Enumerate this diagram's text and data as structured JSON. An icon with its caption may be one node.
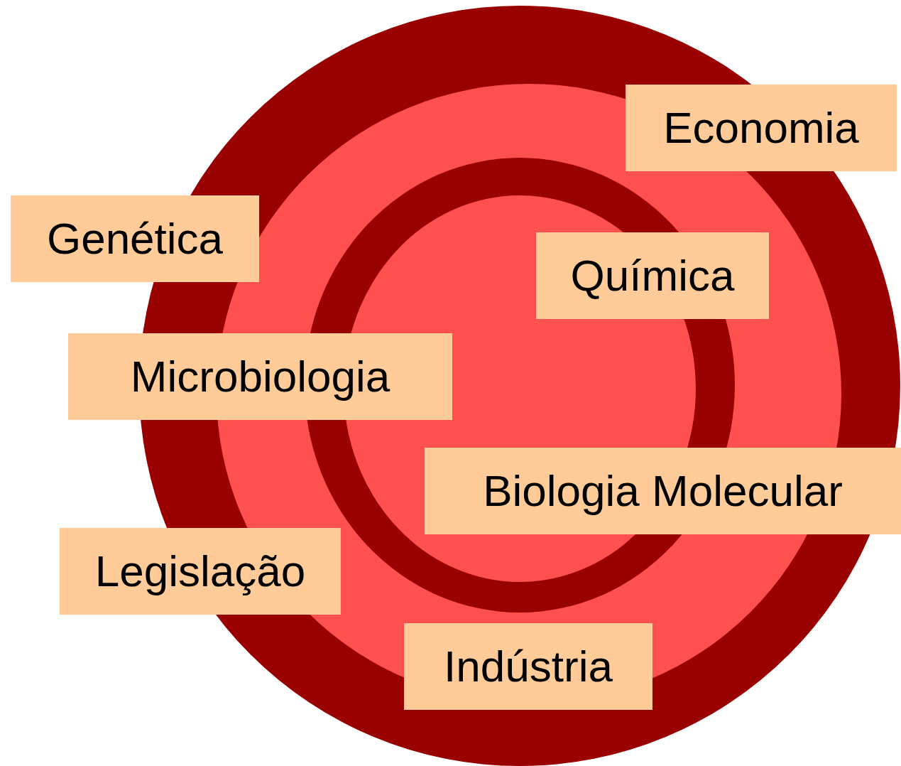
{
  "diagram": {
    "nodes": [
      {
        "text": [
          "Economia"
        ]
      },
      {
        "text": [
          "Genética"
        ]
      },
      {
        "text": [
          "Química"
        ]
      },
      {
        "text": [
          "Microbiologia"
        ]
      },
      {
        "text": [
          "Biologia Molecular"
        ]
      },
      {
        "text": [
          "Legislação"
        ]
      },
      {
        "text": [
          "Indústria"
        ]
      }
    ]
  }
}
